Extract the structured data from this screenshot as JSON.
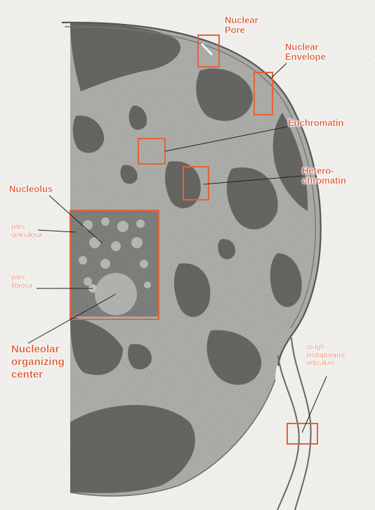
{
  "colors": {
    "label": "#d9542c",
    "highlight_box": "#e0643a",
    "background": "#f2f1ee",
    "nucleoplasm": "#b9b9b6",
    "heterochromatin": "#6e6e6b"
  },
  "labels": {
    "nuclear_pore": "Nuclear\nPore",
    "nuclear_envelope": "Nuclear\nEnvelope",
    "euchromatin": "Euchromatin",
    "heterochromatin": "Hetero-\nchromatin",
    "nucleolus": "Nucleolus",
    "pars_granulosa": "pars\ngranulosa",
    "pars_fibrosa": "pars\nfibrosa",
    "nucleolar_organizing_center": "Nucleolar\norganizing\ncenter",
    "rough_er": "rough\nendoplasmic\nreticulum"
  }
}
